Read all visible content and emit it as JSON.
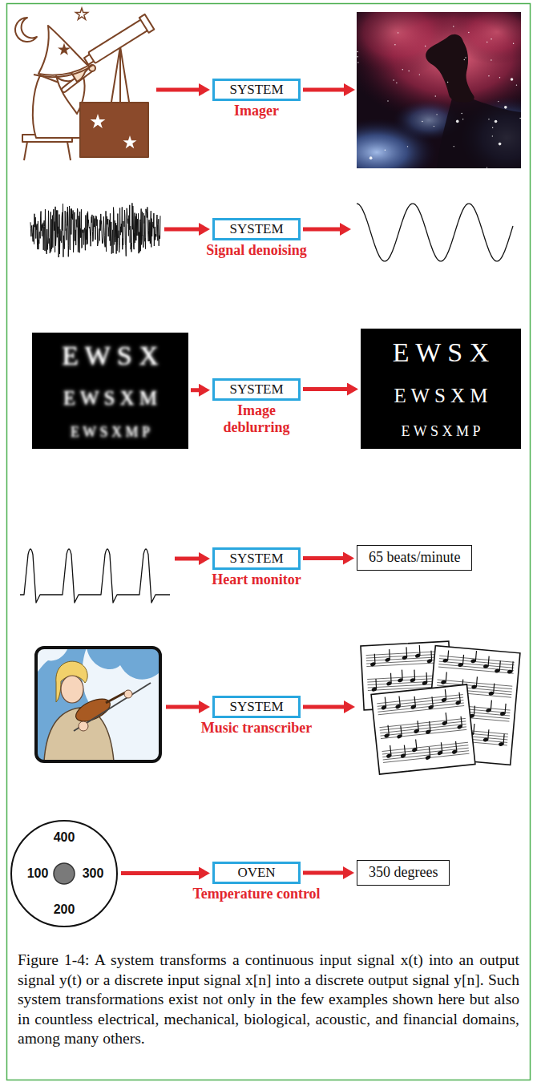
{
  "diagram": {
    "caption": "Figure 1-4: A system transforms a continuous input signal x(t) into an output signal y(t) or a discrete input signal x[n] into a discrete output signal y[n]. Such system transformations exist not only in the few examples shown here but also in countless electrical, mechanical, biological, acoustic, and financial domains, among many others.",
    "nodes": [
      {
        "text": [
          "SYSTEM",
          "Imager"
        ]
      },
      {
        "text": [
          "SYSTEM",
          "Signal denoising"
        ]
      },
      {
        "text": [
          "E W S X",
          "E W S X M",
          "E W S X M P"
        ]
      },
      {
        "text": [
          "SYSTEM",
          "Image deblurring"
        ]
      },
      {
        "text": [
          "E W S X",
          "E W S X M",
          "E W S X M P"
        ]
      },
      {
        "text": [
          "SYSTEM",
          "Heart monitor"
        ]
      },
      {
        "text": [
          "65 beats/minute"
        ]
      },
      {
        "text": [
          "SYSTEM",
          "Music transcriber"
        ]
      },
      {
        "text": [
          "400",
          "100",
          "300",
          "200"
        ]
      },
      {
        "text": [
          "OVEN",
          "Temperature control"
        ]
      },
      {
        "text": [
          "350 degrees"
        ]
      }
    ],
    "edges": [
      {
        "from": 2,
        "to": 3,
        "arrow": "to"
      },
      {
        "from": 3,
        "to": 4,
        "arrow": "to"
      },
      {
        "from": 5,
        "to": 6,
        "arrow": "to"
      },
      {
        "from": 8,
        "to": 9,
        "arrow": "to"
      },
      {
        "from": 9,
        "to": 10,
        "arrow": "to"
      }
    ]
  }
}
